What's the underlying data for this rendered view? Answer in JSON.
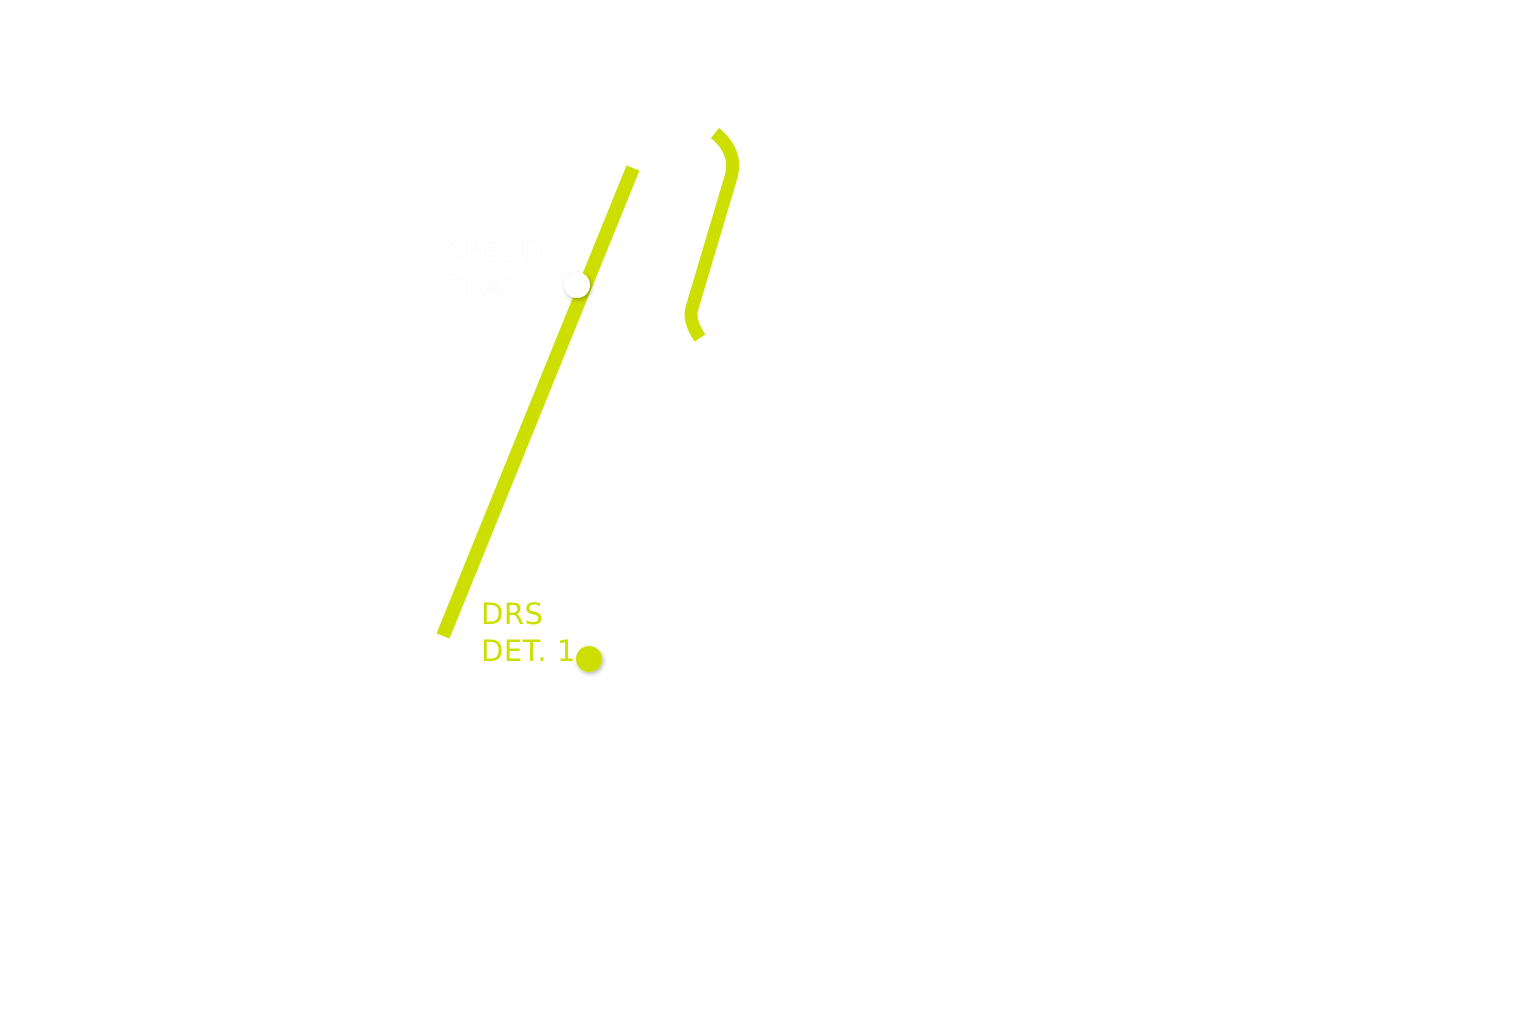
{
  "colors": {
    "track": "#cddf00",
    "background": "#ffffff",
    "speed_trap_marker": "#ffffff",
    "drs_marker": "#cddf00"
  },
  "markers": {
    "speed_trap": {
      "line1": "SPEED",
      "line2": "TRAP"
    },
    "drs_detection": {
      "line1": "DRS",
      "line2": "DET. 1"
    }
  }
}
